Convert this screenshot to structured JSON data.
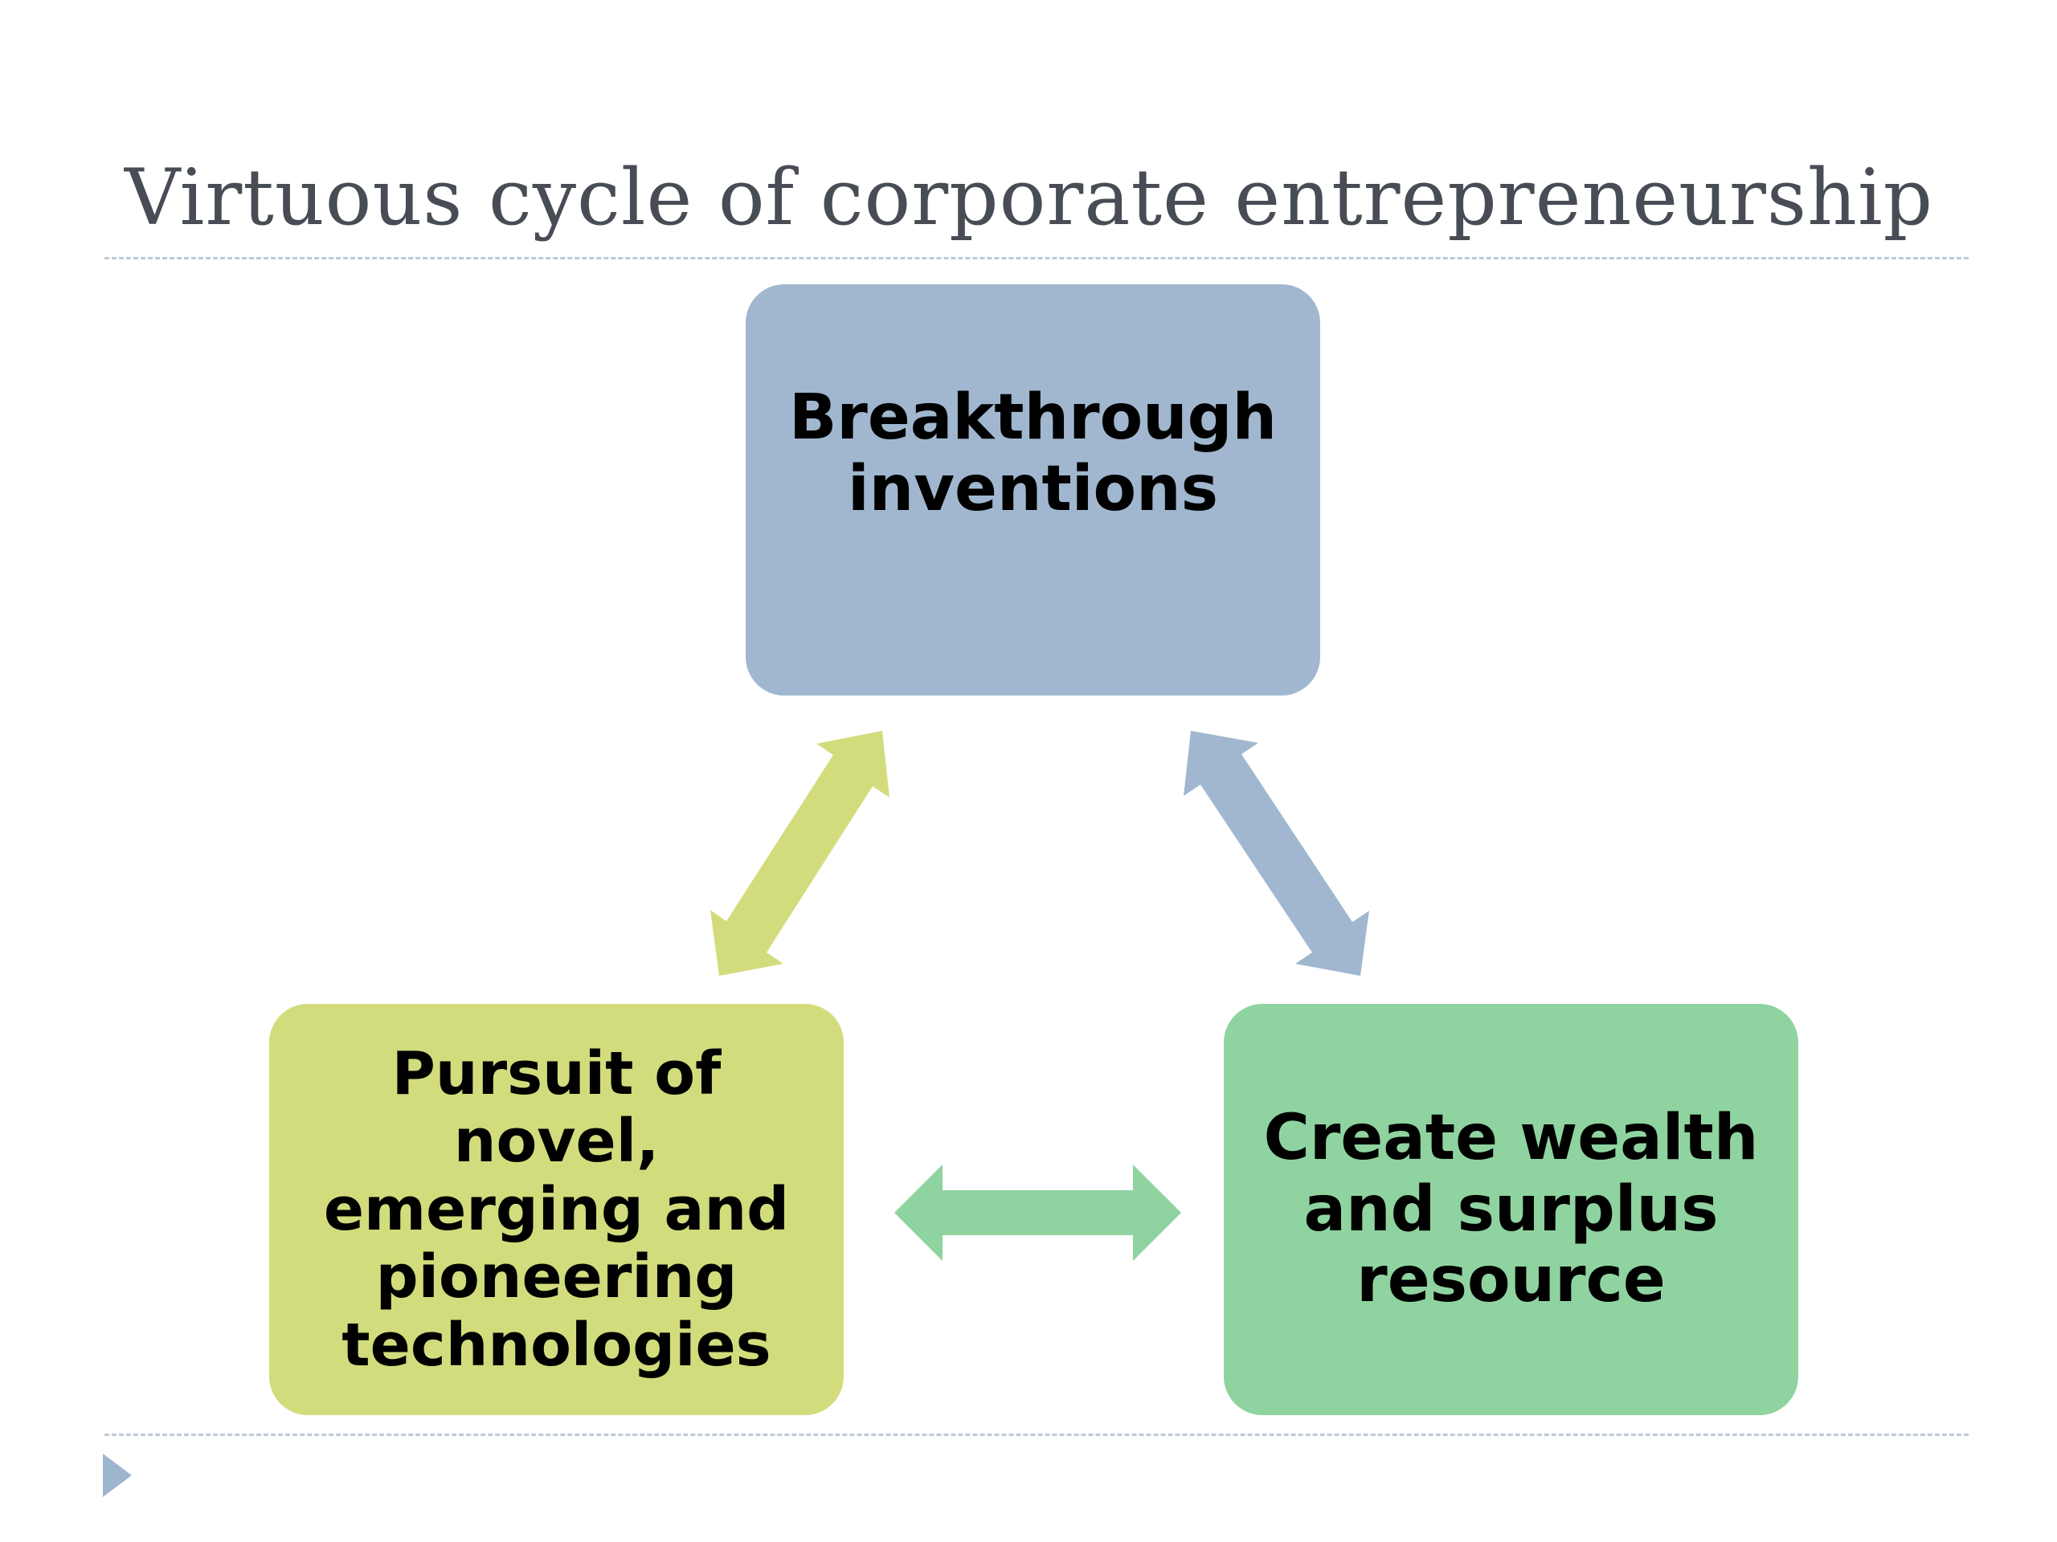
{
  "slide": {
    "title": "Virtuous cycle of corporate entrepreneurship"
  },
  "diagram": {
    "nodes": [
      {
        "id": "breakthrough",
        "label": "Breakthrough\ninventions",
        "color": "#a0b7cf"
      },
      {
        "id": "pursuit",
        "label": "Pursuit of novel,\nemerging and\npioneering\ntechnologies",
        "color": "#d2dc7c"
      },
      {
        "id": "wealth",
        "label": "Create wealth\nand surplus\nresource",
        "color": "#8fd4a0"
      }
    ],
    "connectors": [
      {
        "from": "pursuit",
        "to": "breakthrough",
        "type": "bidirectional",
        "color": "#d2dc7c"
      },
      {
        "from": "breakthrough",
        "to": "wealth",
        "type": "bidirectional",
        "color": "#a0b7cf"
      },
      {
        "from": "pursuit",
        "to": "wealth",
        "type": "bidirectional",
        "color": "#8fd4a0"
      }
    ]
  },
  "decor": {
    "divider_color": "#bccad8",
    "bullet_color": "#9db5cf",
    "bullet_icon": "triangle-right-icon"
  }
}
